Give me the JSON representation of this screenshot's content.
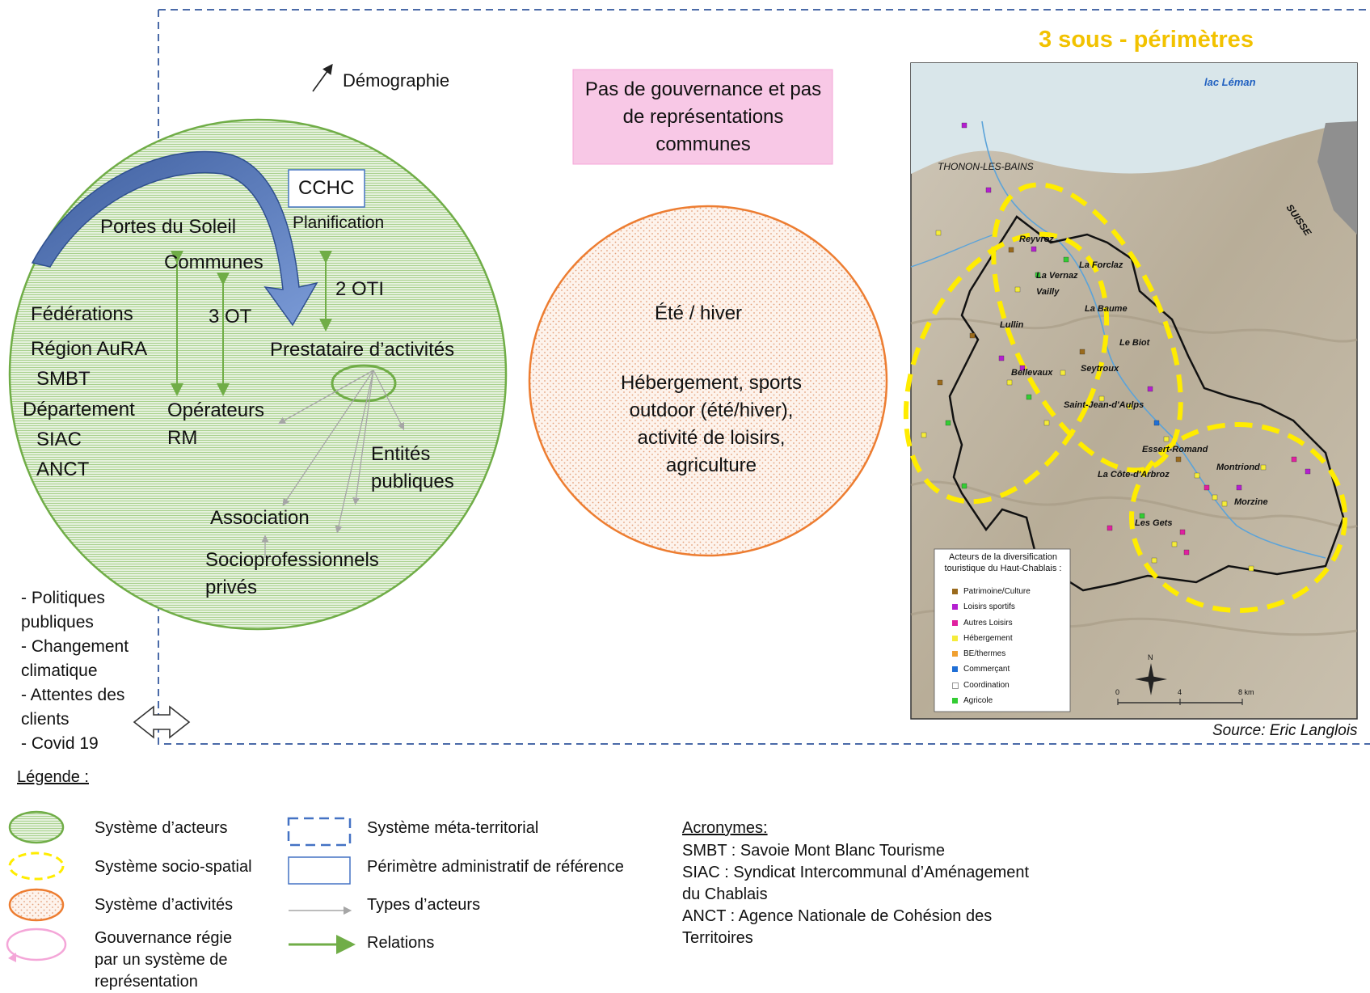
{
  "header": {
    "title": "3 sous - périmètres",
    "title_color": "#f2c200"
  },
  "demography": "Démographie",
  "governance_box": {
    "text": "Pas de gouvernance et pas de représentations communes",
    "fill": "#f8c8e6"
  },
  "actors_system": {
    "left_labels": [
      "Fédérations",
      "Région AuRA",
      "SMBT",
      "Département",
      "SIAC",
      "ANCT"
    ],
    "cchc": "CCHC",
    "planification": "Planification",
    "portes_du_soleil": "Portes du Soleil",
    "communes": "Communes",
    "ot": "3 OT",
    "oti": "2 OTI",
    "prestataire": "Prestataire d’activités",
    "operateurs": "Opérateurs RM",
    "entites": "Entités publiques",
    "association": "Association",
    "socio": "Socioprofessionnels privés"
  },
  "activity_system": {
    "season": "Été / hiver",
    "activities": "Hébergement, sports outdoor (été/hiver), activité de loisirs, agriculture"
  },
  "external_factors": [
    "- Politiques publiques",
    "- Changement climatique",
    "- Attentes des clients",
    "- Covid 19"
  ],
  "map": {
    "lake": "lac Léman",
    "country": "SUISSE",
    "city": "THONON-LES-BAINS",
    "places": [
      "Reyvroz",
      "La Forclaz",
      "La Vernaz",
      "Vailly",
      "La Baume",
      "Lullin",
      "Le Biot",
      "Bellevaux",
      "Seytroux",
      "Saint-Jean-d'Aulps",
      "Essert-Romand",
      "Montriond",
      "La Côte-d'Arbroz",
      "Morzine",
      "Les Gets"
    ],
    "legend_title": "Acteurs de la diversification touristique du Haut-Chablais :",
    "legend_items": [
      {
        "label": "Patrimoine/Culture",
        "color": "#9a6a1c"
      },
      {
        "label": "Loisirs sportifs",
        "color": "#b41fd0"
      },
      {
        "label": "Autres Loisirs",
        "color": "#e020a0"
      },
      {
        "label": "Hébergement",
        "color": "#f5ec3a"
      },
      {
        "label": "BE/thermes",
        "color": "#f0a030"
      },
      {
        "label": "Commerçant",
        "color": "#1f6fd6"
      },
      {
        "label": "Coordination",
        "color": "#ffffff"
      },
      {
        "label": "Agricole",
        "color": "#33cc33"
      }
    ],
    "scale": [
      "0",
      "4",
      "8 km"
    ],
    "north": "N",
    "source": "Source: Eric Langlois"
  },
  "legend": {
    "title": "Légende :",
    "left": [
      "Système d’acteurs",
      "Système socio-spatial",
      "Système d’activités",
      "Gouvernance régie par un système de représentation"
    ],
    "middle": [
      "Système méta-territorial",
      "Périmètre administratif de référence",
      "Types d’acteurs",
      "Relations"
    ]
  },
  "acronyms": {
    "title": "Acronymes:",
    "lines": [
      "SMBT : Savoie Mont Blanc Tourisme",
      "SIAC : Syndicat Intercommunal d’Aménagement du Chablais",
      "ANCT : Agence Nationale de Cohésion des Territoires"
    ]
  },
  "colors": {
    "green": "#70ad47",
    "orange": "#ed7d31",
    "blue": "#4472c4",
    "yellow": "#ffec00",
    "pink": "#f4a6d8"
  }
}
